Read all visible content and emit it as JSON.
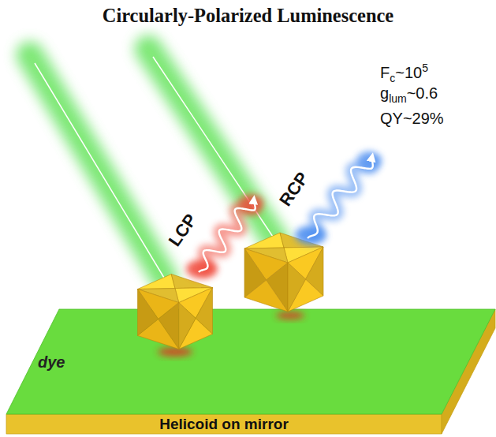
{
  "diagram": {
    "title": "Circularly-Polarized Luminescence",
    "nodes": [
      {
        "text": [
          "dye",
          "Helicoid on mirror"
        ]
      }
    ],
    "labels": [
      "LCP",
      "RCP",
      "F",
      "c",
      "~10",
      "5",
      "g",
      "lum",
      "~0.6",
      "QY~29%"
    ]
  }
}
